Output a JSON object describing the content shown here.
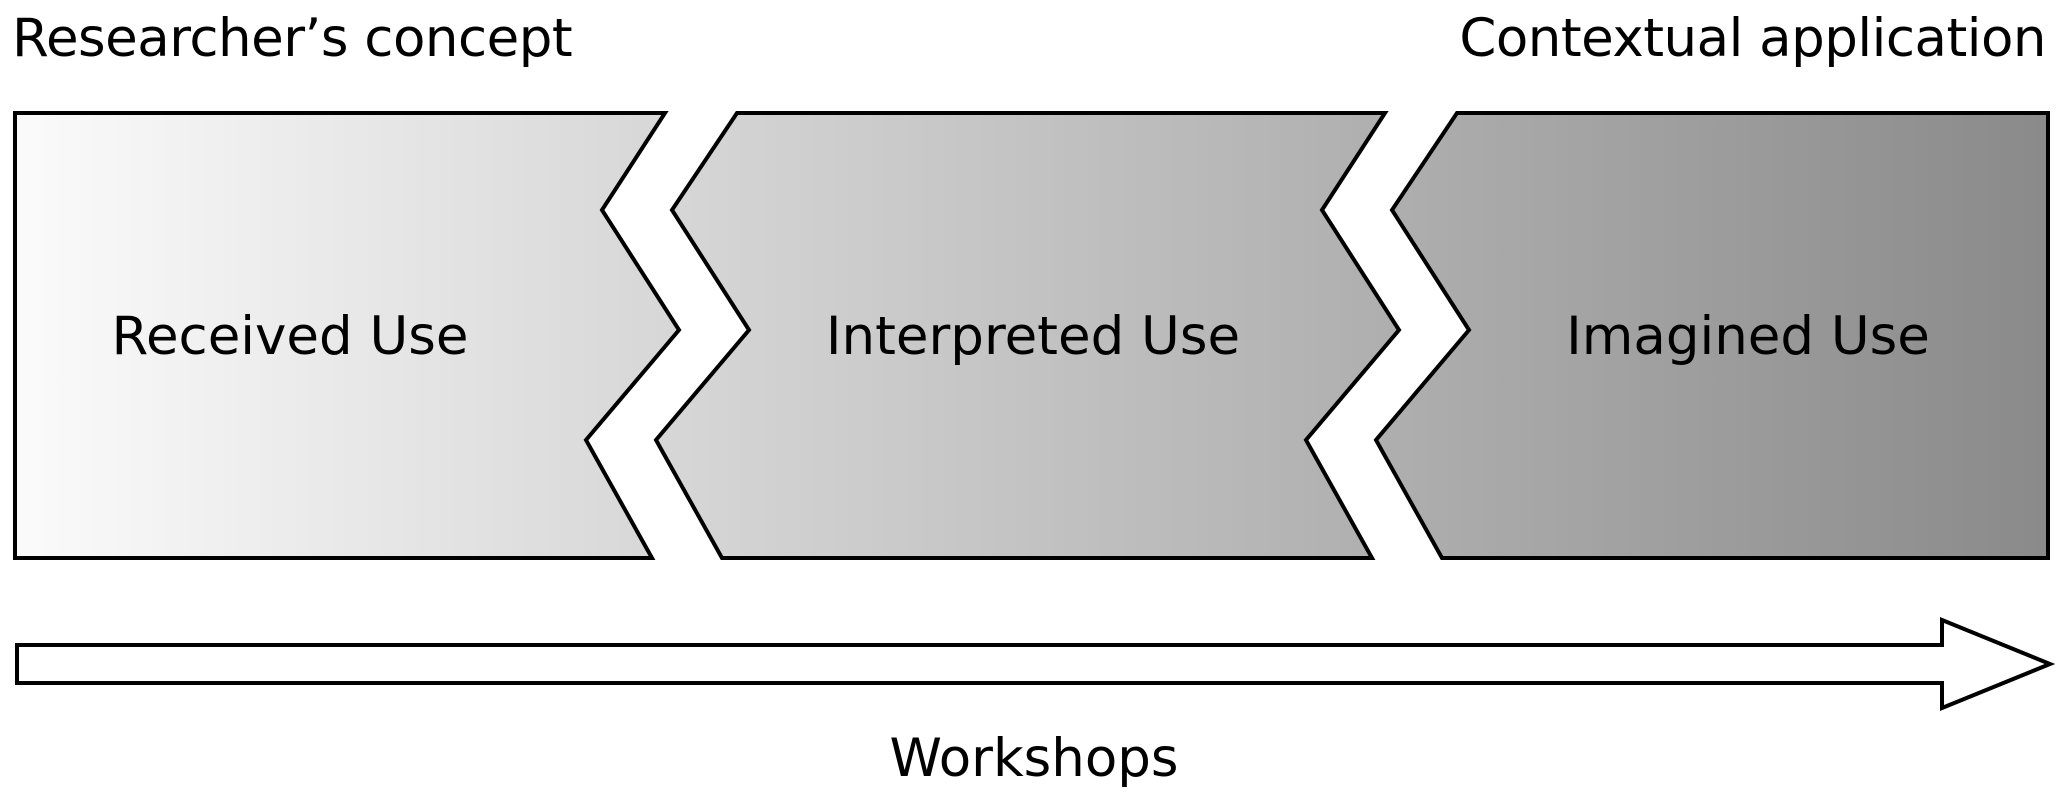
{
  "labels": {
    "top_left": "Researcher’s concept",
    "top_right": "Contextual application",
    "bottom": "Workshops"
  },
  "stages": [
    {
      "label": "Received Use"
    },
    {
      "label": "Interpreted Use"
    },
    {
      "label": "Imagined Use"
    }
  ],
  "colors": {
    "gradient_light": "#fbfbfb",
    "gradient_dark": "#8a8a8a",
    "stroke": "#000000",
    "arrow_fill": "#ffffff"
  }
}
